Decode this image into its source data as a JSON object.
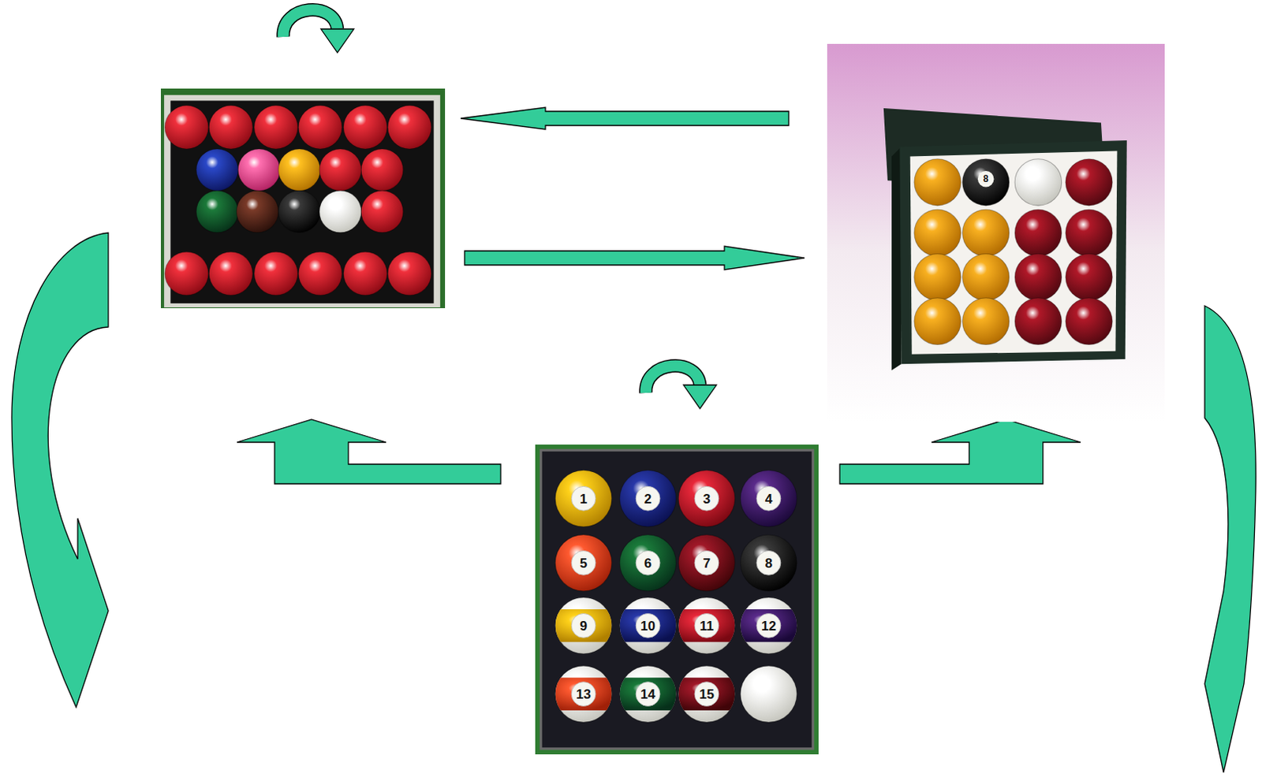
{
  "diagram": {
    "nodes": [
      {
        "text": []
      },
      {
        "text": [
          "8"
        ]
      },
      {
        "text": [
          "1",
          "2",
          "3",
          "4",
          "5",
          "6",
          "7",
          "8",
          "9",
          "10",
          "11",
          "12",
          "13",
          "14",
          "15"
        ]
      }
    ],
    "edges": [
      {
        "from": 1,
        "to": 0,
        "arrow": "to"
      },
      {
        "from": 0,
        "to": 1,
        "arrow": "to"
      },
      {
        "from": 0,
        "to": 0,
        "arrow": "to"
      },
      {
        "from": 2,
        "to": 2,
        "arrow": "to"
      },
      {
        "from": 2,
        "to": 0,
        "arrow": "to"
      },
      {
        "from": 2,
        "to": 1,
        "arrow": "to"
      }
    ]
  }
}
